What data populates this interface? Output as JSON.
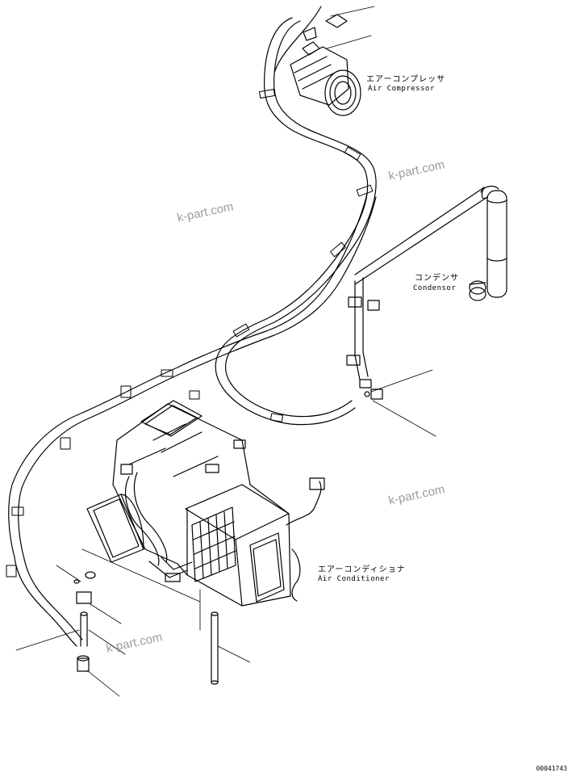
{
  "labels": {
    "air_compressor": {
      "jp": "エアーコンプレッサ",
      "en": "Air Compressor"
    },
    "condenser": {
      "jp": "コンデンサ",
      "en": "Condensor"
    },
    "air_conditioner": {
      "jp": "エアーコンディショナ",
      "en": "Air Conditioner"
    }
  },
  "watermarks": [
    "k-part.com",
    "k-part.com",
    "k-part.com",
    "k-part.com"
  ],
  "drawing_number": "00041743",
  "colors": {
    "line": "#000000",
    "watermark": "#8a8a8a",
    "background": "#ffffff"
  }
}
